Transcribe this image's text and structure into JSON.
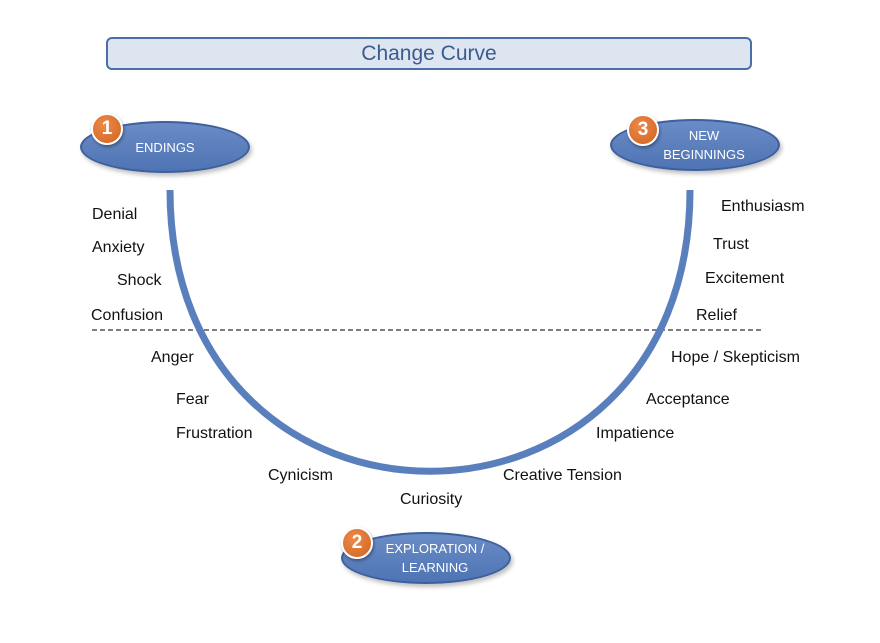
{
  "title": "Change Curve",
  "stages": [
    {
      "number": "1",
      "label": "ENDINGS"
    },
    {
      "number": "2",
      "label": "EXPLORATION / LEARNING"
    },
    {
      "number": "3",
      "label": "NEW BEGINNINGS"
    }
  ],
  "emotions": {
    "denial": "Denial",
    "anxiety": "Anxiety",
    "shock": "Shock",
    "confusion": "Confusion",
    "anger": "Anger",
    "fear": "Fear",
    "frustration": "Frustration",
    "cynicism": "Cynicism",
    "curiosity": "Curiosity",
    "creative_tension": "Creative Tension",
    "impatience": "Impatience",
    "acceptance": "Acceptance",
    "hope_skepticism": "Hope / Skepticism",
    "relief": "Relief",
    "excitement": "Excitement",
    "trust": "Trust",
    "enthusiasm": "Enthusiasm"
  },
  "colors": {
    "curve": "#5a7fbd",
    "stage_fill": "#5b7fbf",
    "badge": "#df6f2a",
    "title_fill": "#dde5f1",
    "title_border": "#4a6fa8"
  }
}
